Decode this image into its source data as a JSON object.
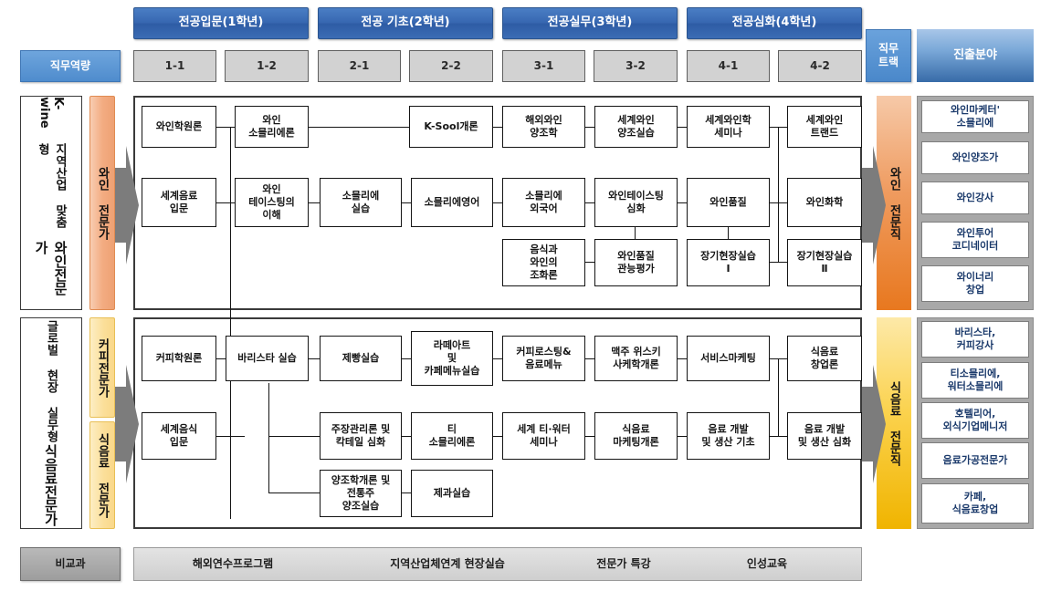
{
  "header": {
    "competency_label": "직무역량",
    "track_label_line1": "직무",
    "track_label_line2": "트랙",
    "field_label": "진출분야",
    "years": [
      {
        "label": "전공입문(1학년)",
        "semesters": [
          "1-1",
          "1-2"
        ]
      },
      {
        "label": "전공 기초(2학년)",
        "semesters": [
          "2-1",
          "2-2"
        ]
      },
      {
        "label": "전공실무(3학년)",
        "semesters": [
          "3-1",
          "3-2"
        ]
      },
      {
        "label": "전공심화(4학년)",
        "semesters": [
          "4-1",
          "4-2"
        ]
      }
    ]
  },
  "tracks": [
    {
      "id": "wine",
      "title_cols": [
        "와인전문가",
        "지역산업 맞춤형",
        "K-wine"
      ],
      "competencies": [
        "와인 전문가"
      ],
      "job_track": "와인 전문직",
      "courses": {
        "c1r1": "와인학원론",
        "c1r2": "세계음료\n입문",
        "c2r1": "와인\n소믈리에론",
        "c2r2": "와인\n테이스팅의\n이해",
        "c3r2": "소믈리에\n실습",
        "c4r1": "K-Sool개론",
        "c4r2": "소믈리에영어",
        "c5r1": "해외와인\n양조학",
        "c5r2": "소믈리에\n외국어",
        "c5r3": "음식과\n와인의\n조화론",
        "c6r1": "세계와인\n양조실습",
        "c6r2": "와인테이스팅\n심화",
        "c6r3": "와인품질\n관능평가",
        "c7r1": "세계와인학\n세미나",
        "c7r2": "와인품질",
        "c7r3": "장기현장실습\nⅠ",
        "c8r1": "세계와인\n트랜드",
        "c8r2": "와인화학",
        "c8r3": "장기현장실습\nⅡ"
      },
      "careers": [
        "와인마케터'\n소믈리에",
        "와인양조가",
        "와인강사",
        "와인투어\n코디네이터",
        "와이너리\n창업"
      ]
    },
    {
      "id": "fnb",
      "title_cols": [
        "식음료전문가",
        "글로벌 현장 실무형"
      ],
      "competencies": [
        "커피전문가",
        "식음료 전문가"
      ],
      "job_track": "식음료 전문직",
      "courses": {
        "c1r1": "커피학원론",
        "c1r2": "세계음식\n입문",
        "c2r1": "바리스타 실습",
        "c3r1": "제빵실습",
        "c3r2": "주장관리론 및\n칵테일 심화",
        "c3r3": "양조학개론 및\n전통주\n양조실습",
        "c4r1": "라떼아트\n및\n카페메뉴실습",
        "c4r2": "티\n소믈리에론",
        "c4r3": "제과실습",
        "c5r1": "커피로스팅&\n음료메뉴",
        "c5r2": "세계 티·워터\n세미나",
        "c6r1": "맥주 위스키\n사케학개론",
        "c6r2": "식음료\n마케팅개론",
        "c7r1": "서비스마케팅",
        "c7r2": "음료 개발\n및 생산 기초",
        "c8r1": "식음료\n창업론",
        "c8r2": "음료 개발\n및 생산 심화"
      },
      "careers": [
        "바리스타,\n커피강사",
        "티소믈리에,\n워터소믈리에",
        "호텔리어,\n외식기업메니저",
        "음료가공전문가",
        "카페,\n식음료창업"
      ]
    }
  ],
  "extracurricular": {
    "label": "비교과",
    "items": [
      "해외연수프로그램",
      "지역산업체연계 현장실습",
      "전문가 특강",
      "인성교육"
    ]
  },
  "colors": {
    "year_header_blue": "#3767b1",
    "competency_blue": "#4f8ccd",
    "field_blue": "#376ba8",
    "wine_orange": "#e8781f",
    "fnb_yellow": "#f0b400",
    "semester_gray": "#d2d2d2",
    "career_panel_gray": "#a8a8a8",
    "career_text_navy": "#1b3a6b"
  }
}
